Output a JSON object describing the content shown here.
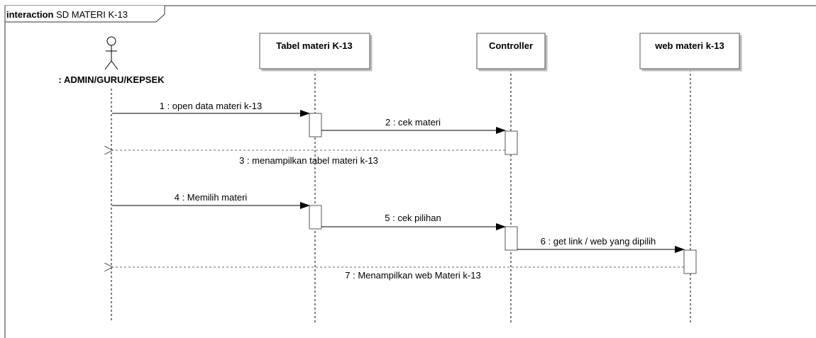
{
  "frame": {
    "keyword": "interaction",
    "name": "SD MATERI K-13"
  },
  "actor": {
    "label": ": ADMIN/GURU/KEPSEK"
  },
  "lifelines": [
    {
      "id": "tabel",
      "label": "Tabel materi K-13"
    },
    {
      "id": "controller",
      "label": "Controller"
    },
    {
      "id": "web",
      "label": "web materi k-13"
    }
  ],
  "messages": [
    {
      "label": "1 : open data materi k-13",
      "type": "sync"
    },
    {
      "label": "2 : cek materi",
      "type": "sync"
    },
    {
      "label": "3 : menampilkan tabel materi k-13",
      "type": "return"
    },
    {
      "label": "4 : Memilih materi",
      "type": "sync"
    },
    {
      "label": "5 : cek pilihan",
      "type": "sync"
    },
    {
      "label": "6 : get link / web yang dipilih",
      "type": "sync"
    },
    {
      "label": "7 : Menampilkan web Materi k-13",
      "type": "return"
    }
  ]
}
